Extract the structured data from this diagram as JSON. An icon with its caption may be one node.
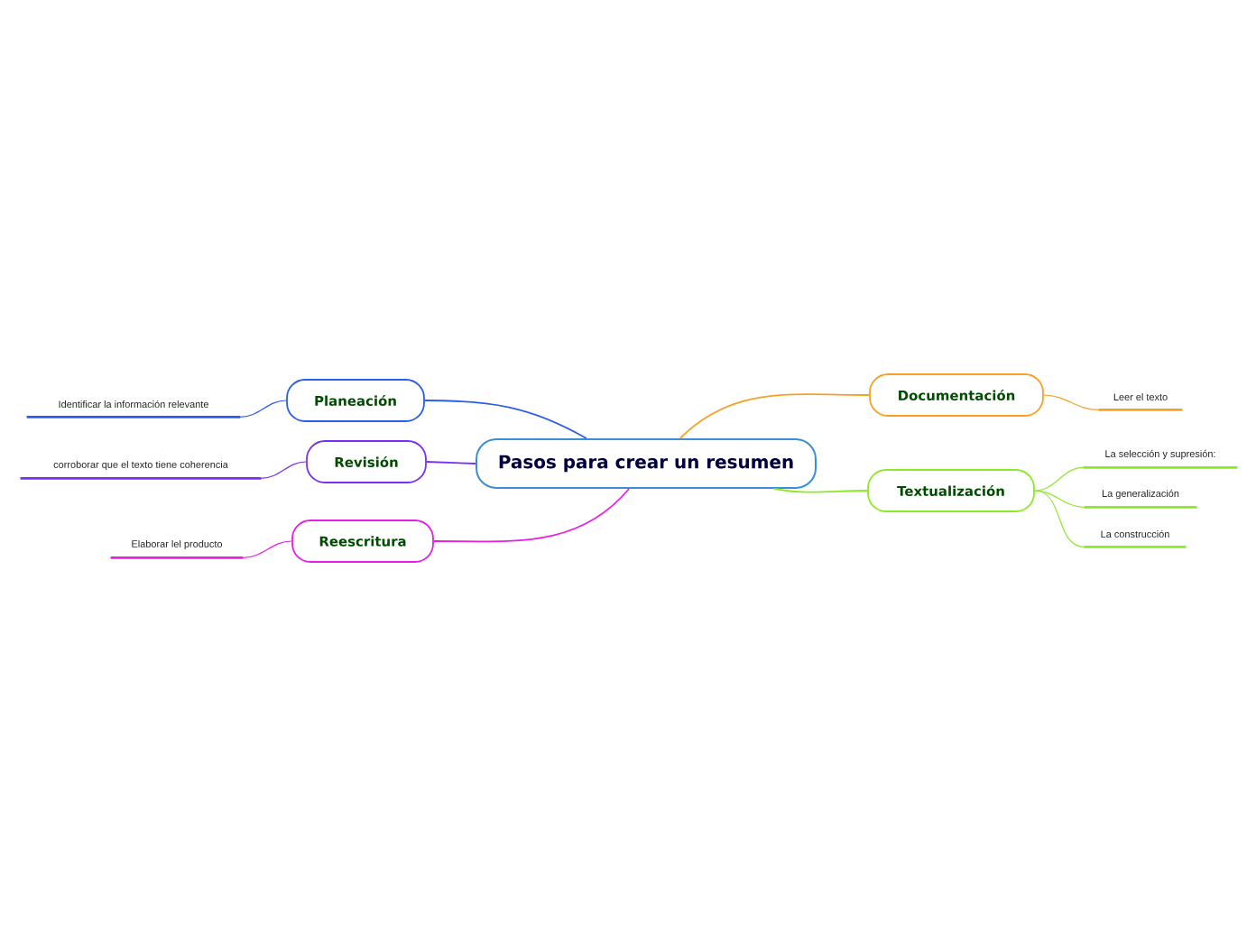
{
  "diagram": {
    "nodes": [
      {
        "text": [
          "Pasos para crear un resumen"
        ]
      },
      {
        "text": [
          "Planeación"
        ]
      },
      {
        "text": [
          "Identificar la información relevante"
        ]
      },
      {
        "text": [
          "Revisión"
        ]
      },
      {
        "text": [
          "corroborar que el texto tiene coherencia"
        ]
      },
      {
        "text": [
          "Reescritura"
        ]
      },
      {
        "text": [
          "Elaborar lel producto"
        ]
      },
      {
        "text": [
          "Documentación"
        ]
      },
      {
        "text": [
          "Leer el texto"
        ]
      },
      {
        "text": [
          "Textualización"
        ]
      },
      {
        "text": [
          "La selección y supresión:"
        ]
      },
      {
        "text": [
          "La generalización"
        ]
      },
      {
        "text": [
          "La construcción"
        ]
      }
    ],
    "edges": [
      {
        "from": 0,
        "to": 1,
        "arrow": "none",
        "color": "#2a5de8"
      },
      {
        "from": 1,
        "to": 2,
        "arrow": "none",
        "color": "#2a5de8"
      },
      {
        "from": 0,
        "to": 3,
        "arrow": "none",
        "color": "#7a2ff0"
      },
      {
        "from": 3,
        "to": 4,
        "arrow": "none",
        "color": "#7a2ff0"
      },
      {
        "from": 0,
        "to": 5,
        "arrow": "none",
        "color": "#e81ee8"
      },
      {
        "from": 5,
        "to": 6,
        "arrow": "none",
        "color": "#e81ee8"
      },
      {
        "from": 0,
        "to": 7,
        "arrow": "none",
        "color": "#f7a023"
      },
      {
        "from": 7,
        "to": 8,
        "arrow": "none",
        "color": "#f7a023"
      },
      {
        "from": 0,
        "to": 9,
        "arrow": "none",
        "color": "#8ee82a"
      },
      {
        "from": 9,
        "to": 10,
        "arrow": "none",
        "color": "#8ee82a"
      },
      {
        "from": 9,
        "to": 11,
        "arrow": "none",
        "color": "#8ee82a"
      },
      {
        "from": 9,
        "to": 12,
        "arrow": "none",
        "color": "#8ee82a"
      }
    ]
  }
}
